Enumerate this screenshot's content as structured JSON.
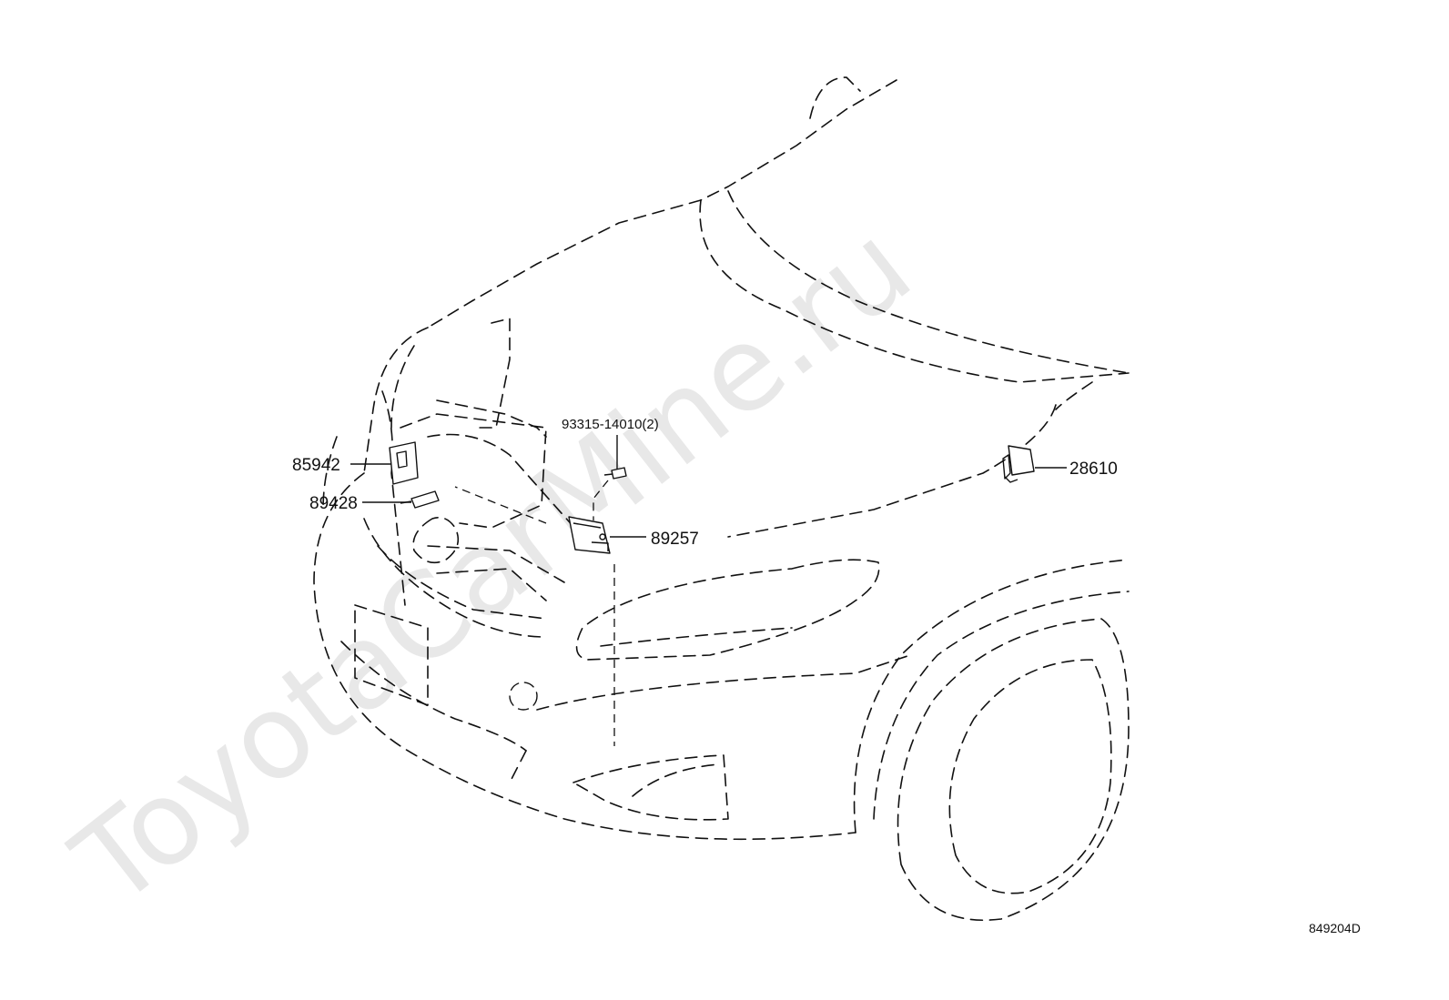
{
  "watermark": "ToyotaCarMine.ru",
  "diagram_ref": "849204D",
  "callouts": {
    "part_85942": "85942",
    "part_89428": "89428",
    "part_93315": "93315-14010(2)",
    "part_89257": "89257",
    "part_28610": "28610"
  }
}
